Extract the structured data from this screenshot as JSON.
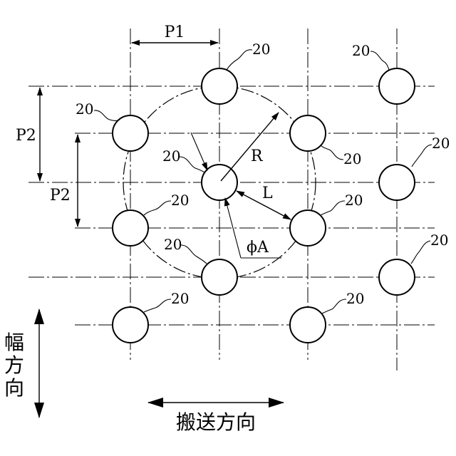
{
  "labels": {
    "hole_ref": "20",
    "pitch_transport": "P1",
    "pitch_width_outer": "P2",
    "pitch_width_inner": "P2",
    "radius": "R",
    "distance": "L",
    "diameter": "ϕA",
    "width_direction_line1": "幅",
    "width_direction_line2": "方",
    "width_direction_line3": "向",
    "transport_direction": "搬送方向"
  }
}
